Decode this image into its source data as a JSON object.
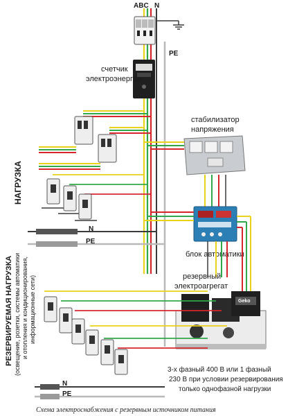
{
  "labels": {
    "phases": "ABC",
    "neutral": "N",
    "pe_top": "PE",
    "meter_line1": "счетчик",
    "meter_line2": "электроэнергии",
    "stabilizer_line1": "стабилизатор",
    "stabilizer_line2": "напряжения",
    "load": "НАГРУЗКА",
    "n_bar1": "N",
    "pe_bar1": "PE",
    "automatics": "блок автоматики",
    "generator_line1": "резервный",
    "generator_line2": "электроагрегат",
    "reserve_title": "РЕЗЕРВИРУЕМАЯ НАГРУЗКА",
    "reserve_sub1": "(освещение, розетки, системы автоматики",
    "reserve_sub2": "и отопления и кондиционирования,",
    "reserve_sub3": "информационные сети)",
    "gen_note1": "3-х фазный 400 В или 1 фазный",
    "gen_note2": "230 В при условии резервирования",
    "gen_note3": "только однофазной нагрузки",
    "n_bar2": "N",
    "pe_bar2": "PE",
    "caption": "Схема электроснабжения с резервным источником питания",
    "gen_brand": "Geko"
  },
  "colors": {
    "phase_a": "#e8d21a",
    "phase_b": "#2fa84a",
    "phase_c": "#d6262b",
    "neutral": "#3a3a3a",
    "pe": "#cfcfcf",
    "device_dark": "#1f1f1f",
    "automatics_blue": "#2b7fb5",
    "stabilizer_gray": "#c9ccd0"
  }
}
